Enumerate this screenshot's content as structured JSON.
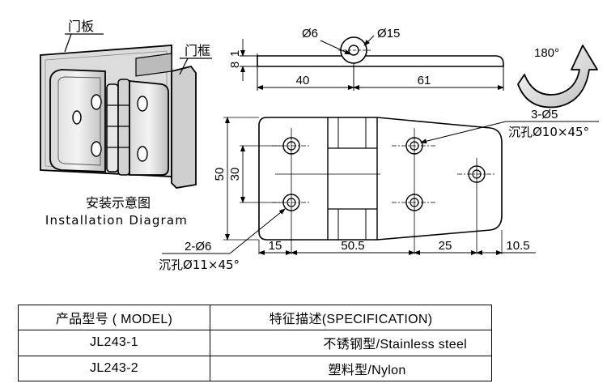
{
  "install": {
    "door_panel": "门板",
    "door_frame": "门框",
    "caption_cn": "安装示意图",
    "caption_en": "Installation Diagram"
  },
  "side_view": {
    "hole_small": "Ø6",
    "hole_large": "Ø15",
    "thickness": "8",
    "gap": "1",
    "len_left": "40",
    "len_right": "61"
  },
  "rotation": {
    "angle": "180°"
  },
  "top_view": {
    "holes_right": "3-Ø5",
    "countersink_right": "沉孔Ø10×45°",
    "holes_left": "2-Ø6",
    "countersink_left": "沉孔Ø11×45°",
    "height_outer": "50",
    "height_inner": "30",
    "w1": "15",
    "w2": "50.5",
    "w3": "25",
    "w4": "10.5"
  },
  "table": {
    "header_model": "产品型号 ( MODEL)",
    "header_spec": "特征描述(SPECIFICATION)",
    "rows": [
      {
        "model": "JL243-1",
        "spec": "不锈钢型/Stainless steel"
      },
      {
        "model": "JL243-2",
        "spec": "塑料型/Nylon"
      }
    ]
  }
}
